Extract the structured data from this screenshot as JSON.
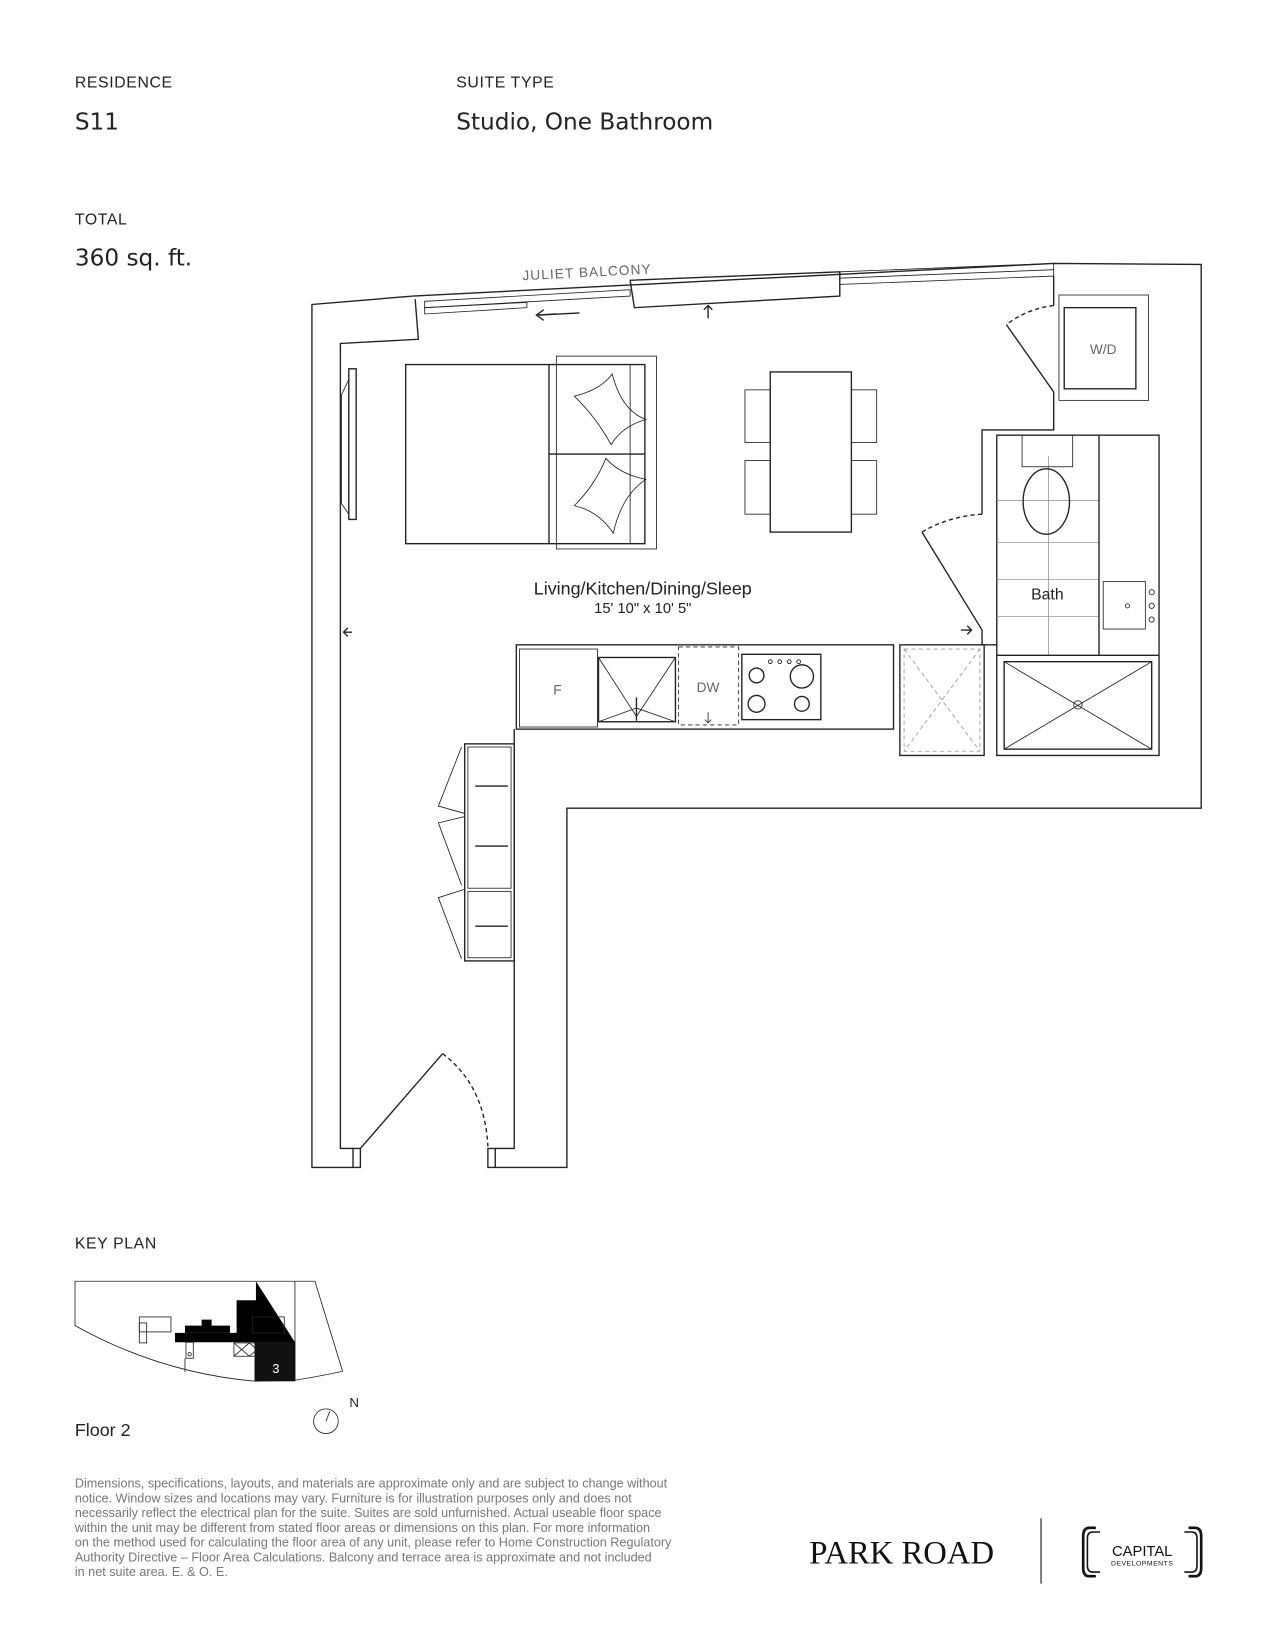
{
  "header": {
    "residence_label": "RESIDENCE",
    "residence_value": "S11",
    "suite_type_label": "SUITE TYPE",
    "suite_type_value": "Studio, One Bathroom",
    "total_label": "TOTAL",
    "total_value": "360 sq. ft."
  },
  "floorplan": {
    "juliet_balcony": "JULIET BALCONY",
    "room_name": "Living/Kitchen/Dining/Sleep",
    "room_dimensions": "15' 10\" x 10' 5\"",
    "bath": "Bath",
    "washer_dryer": "W/D",
    "fridge": "F",
    "dishwasher": "DW"
  },
  "key_plan": {
    "label": "KEY PLAN",
    "unit_number": "3",
    "north": "N",
    "floor": "Floor 2"
  },
  "disclaimer": [
    "Dimensions, specifications, layouts, and materials are approximate only and are subject to change without",
    "notice. Window sizes and locations may vary. Furniture is for illustration purposes only and does not",
    "necessarily reflect the electrical plan for the suite. Suites are sold unfurnished. Actual useable floor space",
    "within the unit may be different from stated floor areas or dimensions on this plan. For more information",
    "on the method used for calculating the floor area of any unit, please refer to Home Construction Regulatory",
    "Authority Directive – Floor Area Calculations. Balcony and terrace area is approximate and not included",
    "in net suite area. E. & O. E."
  ],
  "branding": {
    "project_logo": "PARK ROAD",
    "developer_logo_line1": "CAPITAL",
    "developer_logo_line2": "DEVELOPMENTS"
  }
}
